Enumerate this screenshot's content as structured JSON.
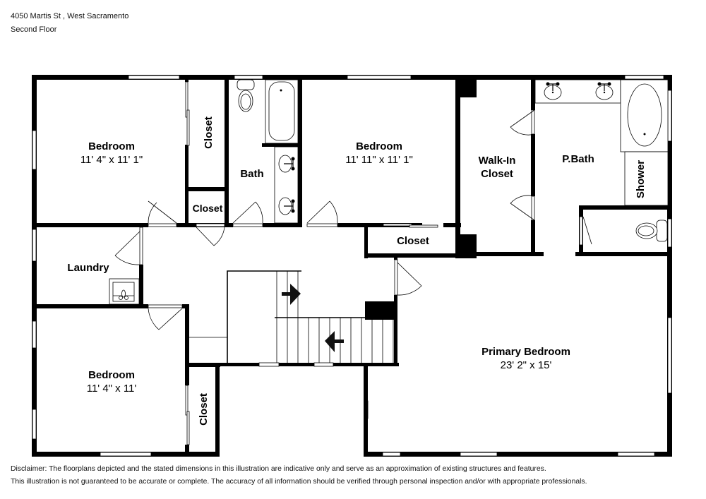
{
  "header": {
    "address": "4050 Martis St , West Sacramento",
    "floor": "Second Floor"
  },
  "rooms": [
    {
      "id": "bedroom-nw",
      "label": "Bedroom",
      "dimensions": "11' 4\" x 11' 1\""
    },
    {
      "id": "closet-nw-tall",
      "label": "Closet"
    },
    {
      "id": "closet-nw-small",
      "label": "Closet"
    },
    {
      "id": "bath",
      "label": "Bath"
    },
    {
      "id": "bedroom-n",
      "label": "Bedroom",
      "dimensions": "11' 11\" x 11' 1\""
    },
    {
      "id": "closet-n",
      "label": "Closet"
    },
    {
      "id": "walk-in-closet",
      "label": "Walk-In",
      "label2": "Closet"
    },
    {
      "id": "primary-bath",
      "label": "P.Bath"
    },
    {
      "id": "shower",
      "label": "Shower"
    },
    {
      "id": "laundry",
      "label": "Laundry"
    },
    {
      "id": "bedroom-sw",
      "label": "Bedroom",
      "dimensions": "11' 4\" x 11'"
    },
    {
      "id": "closet-sw",
      "label": "Closet"
    },
    {
      "id": "primary-bedroom",
      "label": "Primary Bedroom",
      "dimensions": "23' 2\" x 15'"
    }
  ],
  "icons": {
    "stairs_up_arrow": "arrow-right",
    "stairs_down_arrow": "arrow-left"
  },
  "disclaimer": {
    "line1": "Disclaimer: The floorplans depicted and the stated dimensions in this illustration are indicative only and serve as an approximation of existing structures and features.",
    "line2": "This illustration is not guaranteed to be accurate or complete. The accuracy of all information should be verified through personal inspection and/or with appropriate professionals."
  }
}
